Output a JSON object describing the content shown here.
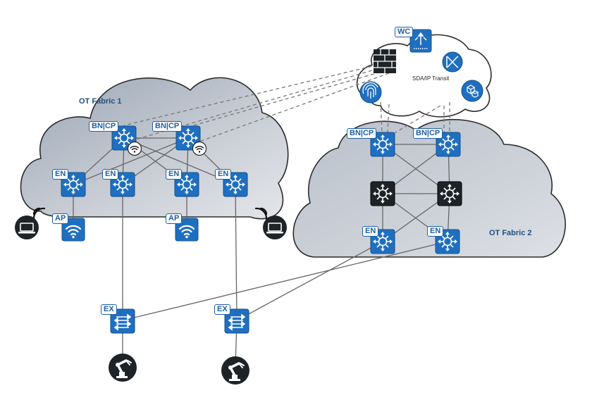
{
  "clouds": {
    "fabric1": "OT Fabric 1",
    "fabric2": "OT Fabric 2",
    "transit": "SDA/IP Transit"
  },
  "labels": {
    "bncp": "BN|CP",
    "en": "EN",
    "ap": "AP",
    "ex": "EX",
    "wc": "WC"
  },
  "colors": {
    "device_blue": "#1f6fc1",
    "device_dark": "#1e2327",
    "label_blue": "#1f5fa8",
    "cloud_fill": "#c4cad3",
    "link": "#6a6a6a"
  },
  "icons": [
    "switch-icon",
    "core-switch-icon",
    "access-point-icon",
    "extended-node-switch-icon",
    "laptop-icon",
    "industrial-robot-icon",
    "firewall-icon",
    "fingerprint-icon",
    "wireless-controller-icon",
    "dna-center-icon",
    "cube-icon",
    "wifi-badge-icon"
  ]
}
